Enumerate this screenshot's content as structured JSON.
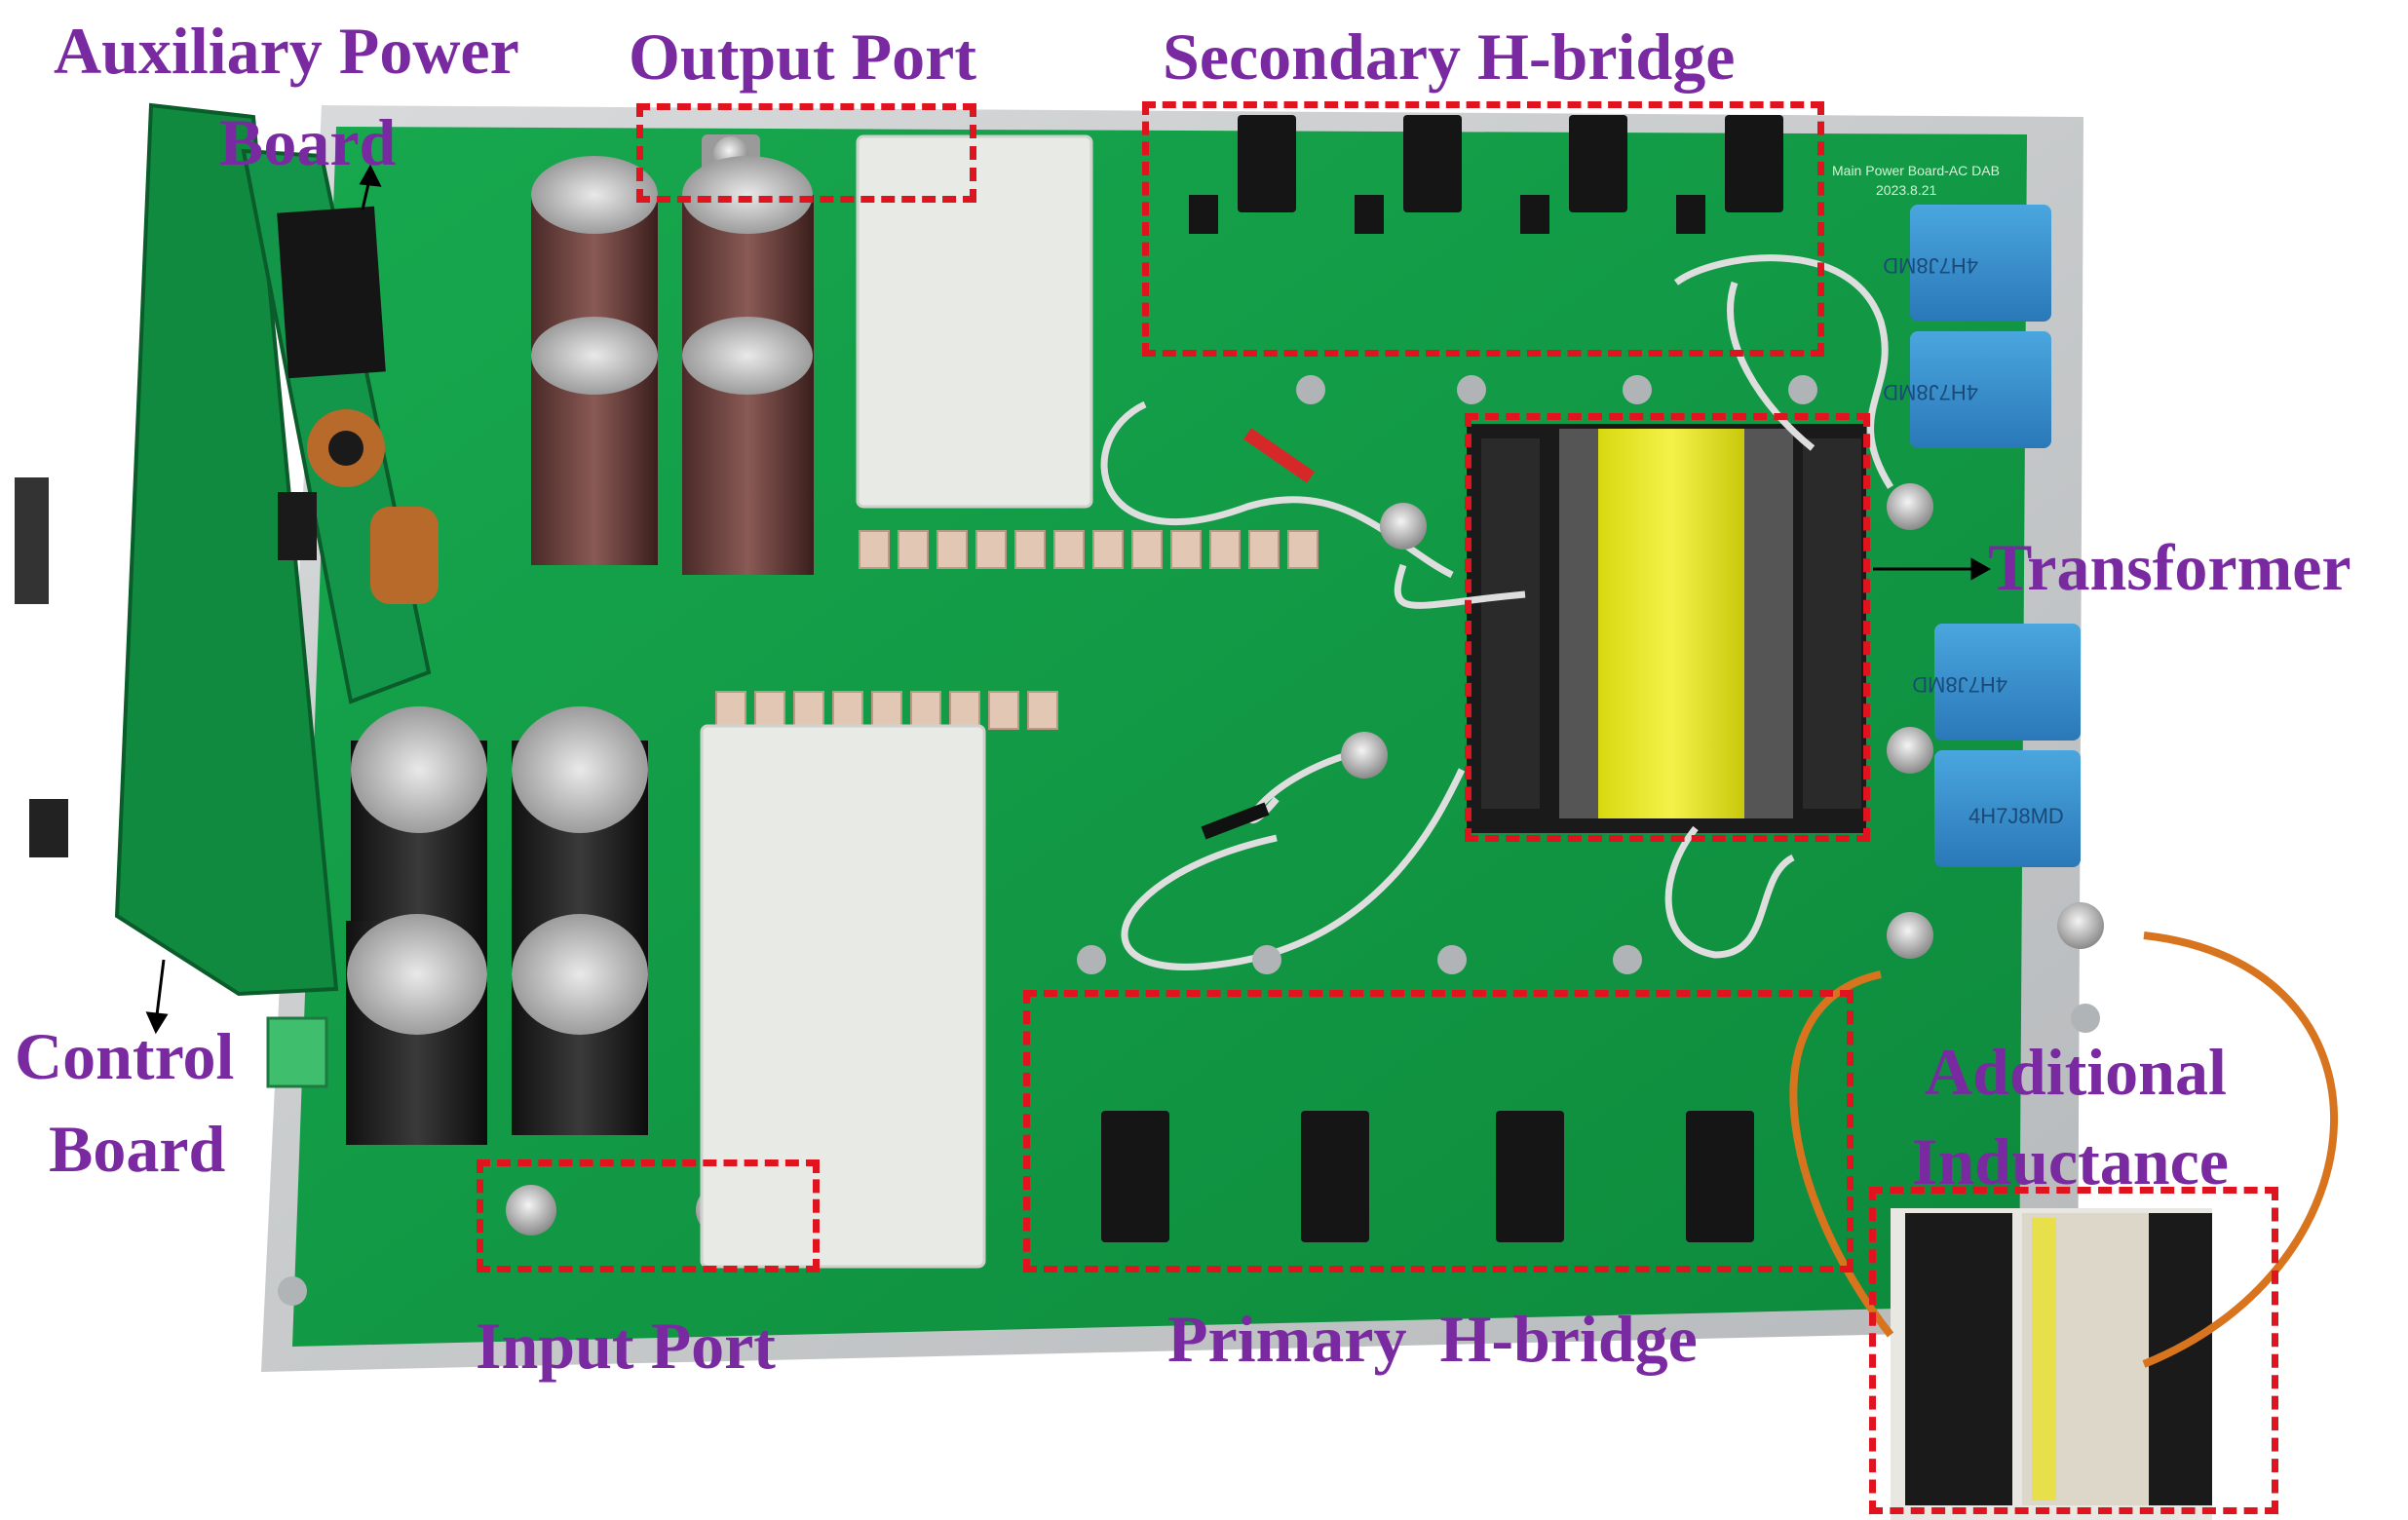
{
  "labels": {
    "auxiliary_power_board_line1": "Auxiliary Power",
    "auxiliary_power_board_line2": "Board",
    "output_port": "Output Port",
    "secondary_h_bridge": "Secondary H-bridge",
    "transformer": "Transformer",
    "control_board_line1": "Control",
    "control_board_line2": "Board",
    "input_port": "Input Port",
    "primary_h_bridge": "Primary  H-bridge",
    "additional_inductance_line1": "Additional",
    "additional_inductance_line2": "Inductance"
  },
  "silkscreen": {
    "board_title": "Main Power Board-AC DAB",
    "board_date": "2023.8.21",
    "capacitor_marking": "4H7J8MD"
  },
  "colors": {
    "label_text": "#7a2aa0",
    "highlight_box": "#e0141e",
    "pcb_green": "#12a04a",
    "base_plate": "#c9ccce"
  }
}
